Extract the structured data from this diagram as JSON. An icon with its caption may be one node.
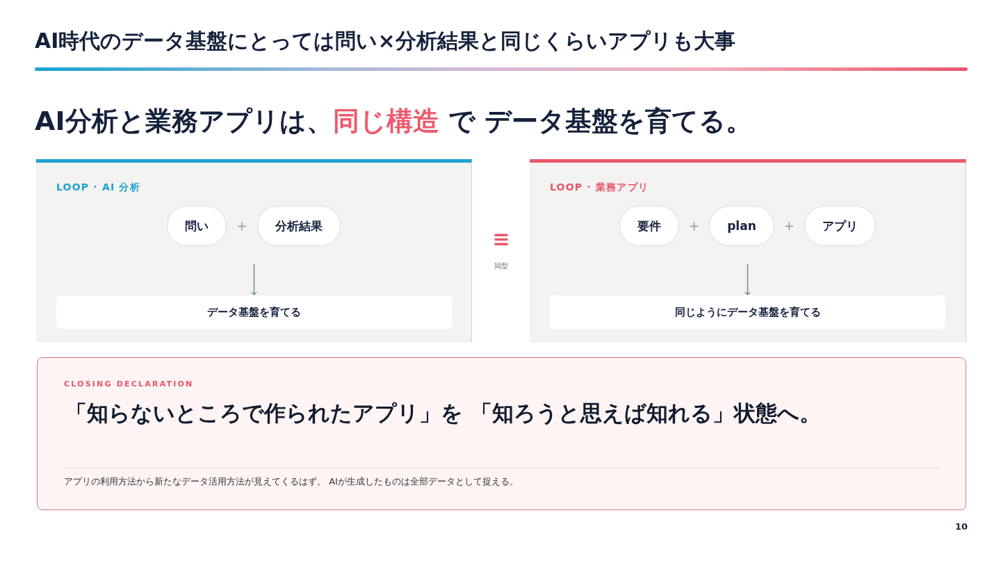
{
  "diagram": {
    "title": "AI時代のデータ基盤にとっては問い×分析結果と同じくらいアプリも大事",
    "nodes": [
      {
        "text": [
          "LOOP · AI 分析"
        ]
      },
      {
        "text": [
          "問い"
        ],
        "in": 0
      },
      {
        "text": [
          "分析結果"
        ],
        "in": 0
      },
      {
        "text": [
          "データ基盤を育てる"
        ],
        "in": 0
      },
      {
        "text": [
          "LOOP · 業務アプリ"
        ]
      },
      {
        "text": [
          "要件"
        ],
        "in": 4
      },
      {
        "text": [
          "plan"
        ],
        "in": 4
      },
      {
        "text": [
          "アプリ"
        ],
        "in": 4
      },
      {
        "text": [
          "同じようにデータ基盤を育てる"
        ],
        "in": 4
      },
      {
        "text": [
          "CLOSING DECLARATION",
          "「知らないところで作られたアプリ」を 「知ろうと思えば知れる」状態へ。",
          "アプリの利用方法から新たなデータ活用方法が見えてくるはず。 AIが生成したものは全部データとして捉える。"
        ]
      }
    ],
    "edges": [
      {
        "from": null,
        "to": 3,
        "arrow": "to"
      },
      {
        "from": null,
        "to": 8,
        "arrow": "to"
      }
    ],
    "labels": [
      "AI分析と業務アプリは、**同じ構造** で データ基盤を育てる。",
      "+",
      "≡",
      "同型",
      "+",
      "+",
      "10"
    ]
  }
}
